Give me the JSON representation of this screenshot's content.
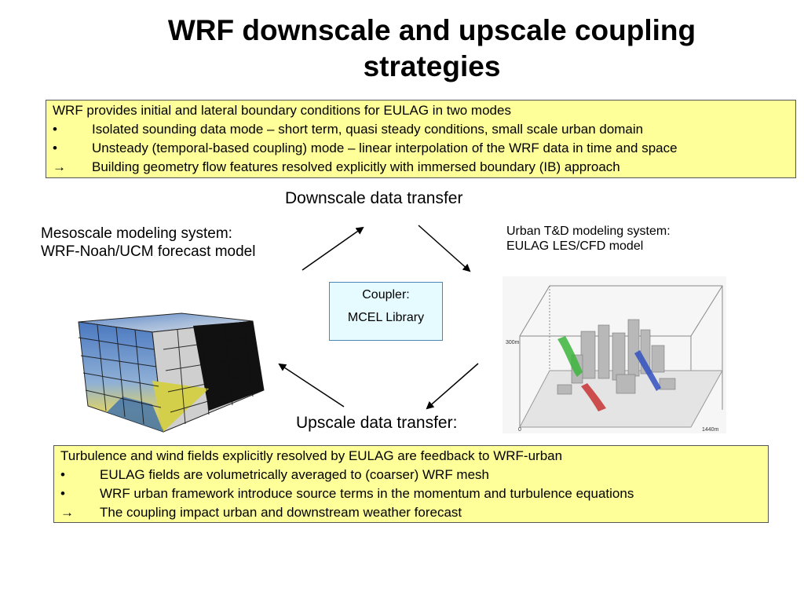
{
  "title_line1": "WRF downscale and upscale coupling",
  "title_line2": "strategies",
  "top_box": {
    "heading": "WRF provides initial and lateral boundary conditions for EULAG in two modes",
    "items": [
      {
        "bullet": "•",
        "text": "Isolated sounding data mode – short term, quasi steady conditions, small scale urban domain"
      },
      {
        "bullet": "•",
        "text": "Unsteady (temporal-based coupling) mode – linear interpolation of the WRF data in time and space"
      },
      {
        "bullet": "→",
        "text": "Building geometry flow features resolved explicitly with immersed boundary (IB) approach"
      }
    ]
  },
  "downscale_label": "Downscale data transfer",
  "upscale_label": "Upscale data transfer:",
  "meso": {
    "line1": "Mesoscale modeling system:",
    "line2": "WRF-Noah/UCM forecast model"
  },
  "urban": {
    "line1": "Urban T&D modeling system:",
    "line2": "EULAG LES/CFD model"
  },
  "coupler": {
    "line1": "Coupler:",
    "line2": "MCEL Library"
  },
  "urban_figure": {
    "z_label": "300m",
    "x_label": "1440m",
    "origin_label": "0"
  },
  "bottom_box": {
    "heading": "Turbulence and wind fields explicitly resolved by EULAG are feedback to WRF-urban",
    "items": [
      {
        "bullet": "•",
        "text": "EULAG fields are volumetrically averaged to (coarser) WRF mesh"
      },
      {
        "bullet": "•",
        "text": "WRF urban framework introduce source terms in the momentum and turbulence equations"
      },
      {
        "bullet": "→",
        "text": "The coupling impact urban and downstream weather forecast"
      }
    ]
  },
  "colors": {
    "box_fill": "#ffff99",
    "coupler_fill": "#e6fbff",
    "coupler_border": "#4a86b8"
  }
}
